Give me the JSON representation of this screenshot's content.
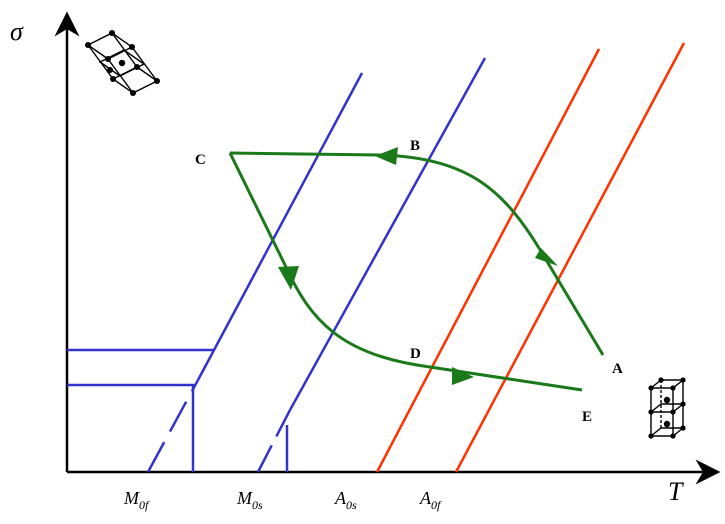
{
  "axes": {
    "y_label": "σ",
    "x_label": "T"
  },
  "points": {
    "A": "A",
    "B": "B",
    "C": "C",
    "D": "D",
    "E": "E"
  },
  "ticks": [
    {
      "main": "M",
      "sub": "0f"
    },
    {
      "main": "M",
      "sub": "0s"
    },
    {
      "main": "A",
      "sub": "0s"
    },
    {
      "main": "A",
      "sub": "0f"
    }
  ],
  "colors": {
    "axis": "#000000",
    "martensite_lines": "#3333cc",
    "austenite_lines": "#ff3300",
    "path": "#1a7a1a"
  },
  "icons": {
    "top_left": "martensite-lattice-icon",
    "bottom_right": "austenite-lattice-icon"
  }
}
